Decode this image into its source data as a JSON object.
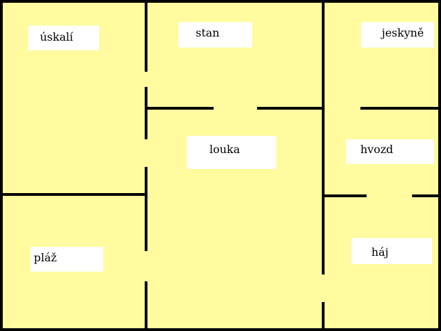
{
  "map": {
    "background_color": "#fffb9e",
    "wall_color": "#000000",
    "label_background": "#ffffff",
    "rooms": [
      {
        "id": "uskali",
        "label": "úskalí"
      },
      {
        "id": "stan",
        "label": "stan"
      },
      {
        "id": "jeskyne",
        "label": "jeskyně"
      },
      {
        "id": "louka",
        "label": "louka"
      },
      {
        "id": "hvozd",
        "label": "hvozd"
      },
      {
        "id": "plaz",
        "label": "pláž"
      },
      {
        "id": "haj",
        "label": "háj"
      }
    ]
  }
}
